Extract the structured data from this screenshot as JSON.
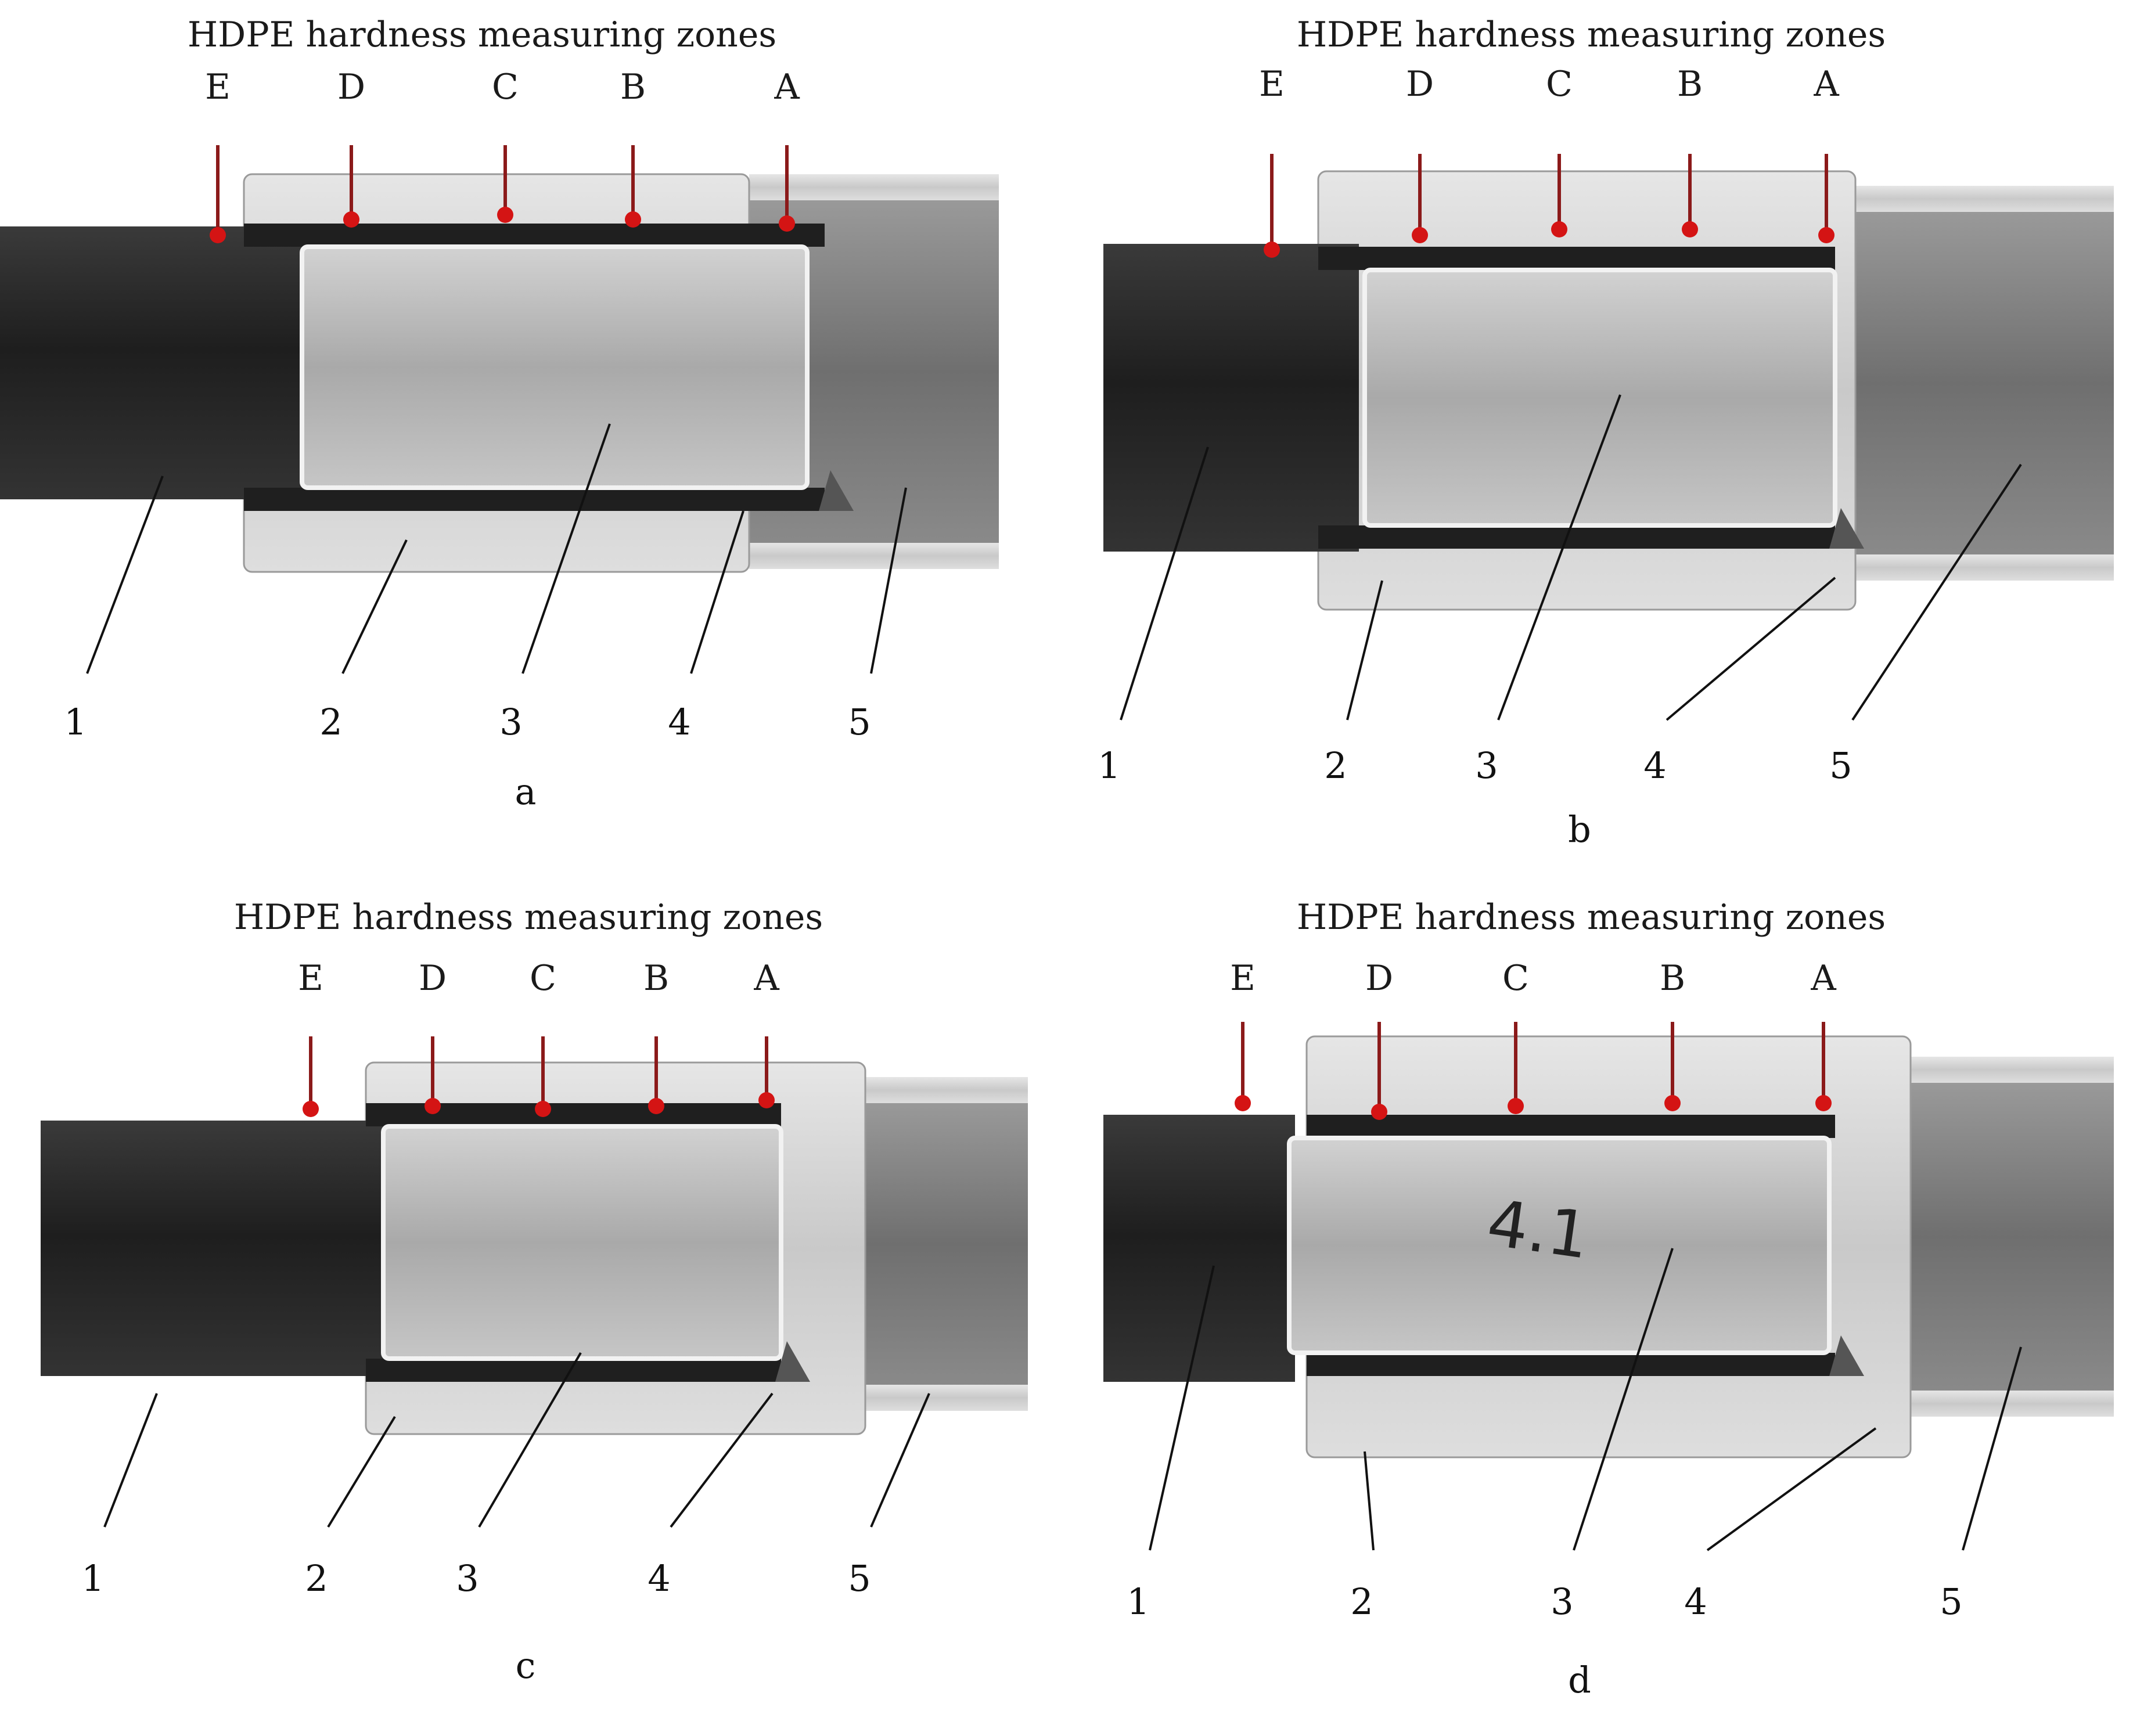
{
  "colors": {
    "marker_line": "#8b1a1a",
    "marker_dot": "#d41414",
    "hdpe_pipe": "#2a2a2a",
    "metal_light": "#d8d8d8",
    "insert": "#bfbfbf"
  },
  "panels": [
    {
      "title": "HDPE hardness measuring zones",
      "zones": [
        "E",
        "D",
        "C",
        "B",
        "A"
      ],
      "parts": [
        "1",
        "2",
        "3",
        "4",
        "5"
      ],
      "caption": "a"
    },
    {
      "title": "HDPE hardness measuring zones",
      "zones": [
        "E",
        "D",
        "C",
        "B",
        "A"
      ],
      "parts": [
        "1",
        "2",
        "3",
        "4",
        "5"
      ],
      "caption": "b"
    },
    {
      "title": "HDPE hardness measuring zones",
      "zones": [
        "E",
        "D",
        "C",
        "B",
        "A"
      ],
      "parts": [
        "1",
        "2",
        "3",
        "4",
        "5"
      ],
      "caption": "c"
    },
    {
      "title": "HDPE hardness measuring zones",
      "zones": [
        "E",
        "D",
        "C",
        "B",
        "A"
      ],
      "parts": [
        "1",
        "2",
        "3",
        "4",
        "5"
      ],
      "caption": "d",
      "insert_marking": "4.1"
    }
  ]
}
